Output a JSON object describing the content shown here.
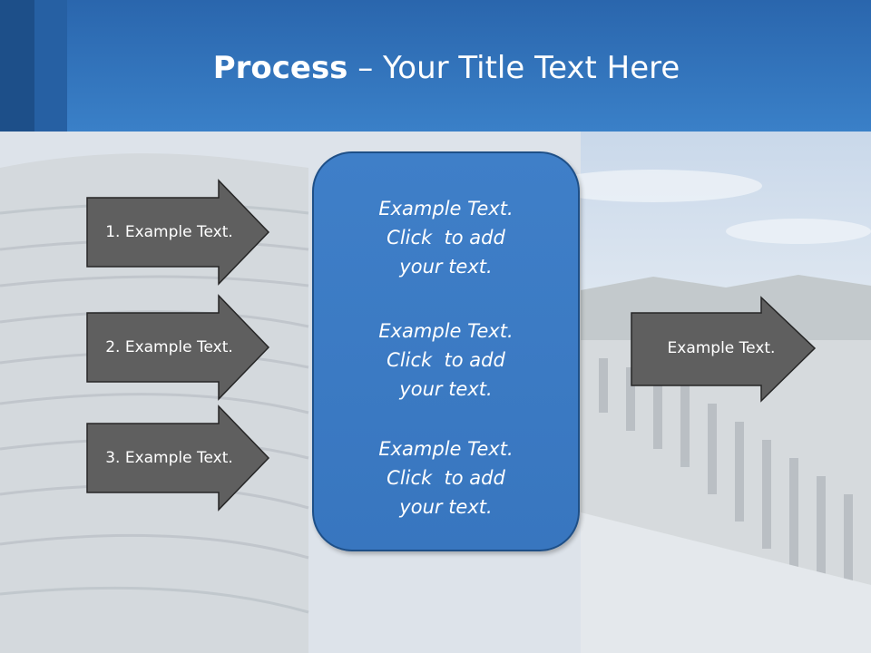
{
  "slide": {
    "title_bold": "Process",
    "title_rest": " – Your Title Text Here",
    "inputs": [
      {
        "label": "1. Example Text."
      },
      {
        "label": "2. Example Text."
      },
      {
        "label": "3. Example Text."
      }
    ],
    "center_texts": [
      {
        "text": "Example Text.\nClick  to add\nyour text."
      },
      {
        "text": "Example Text.\nClick  to add\nyour text."
      },
      {
        "text": "Example Text.\nClick  to add\nyour text."
      }
    ],
    "output": {
      "label": "Example Text."
    }
  },
  "colors": {
    "header": "#3a80c8",
    "arrow_fill": "#5f5f5f",
    "center_box": "#3b7ac4",
    "center_border": "#1e4f87"
  }
}
